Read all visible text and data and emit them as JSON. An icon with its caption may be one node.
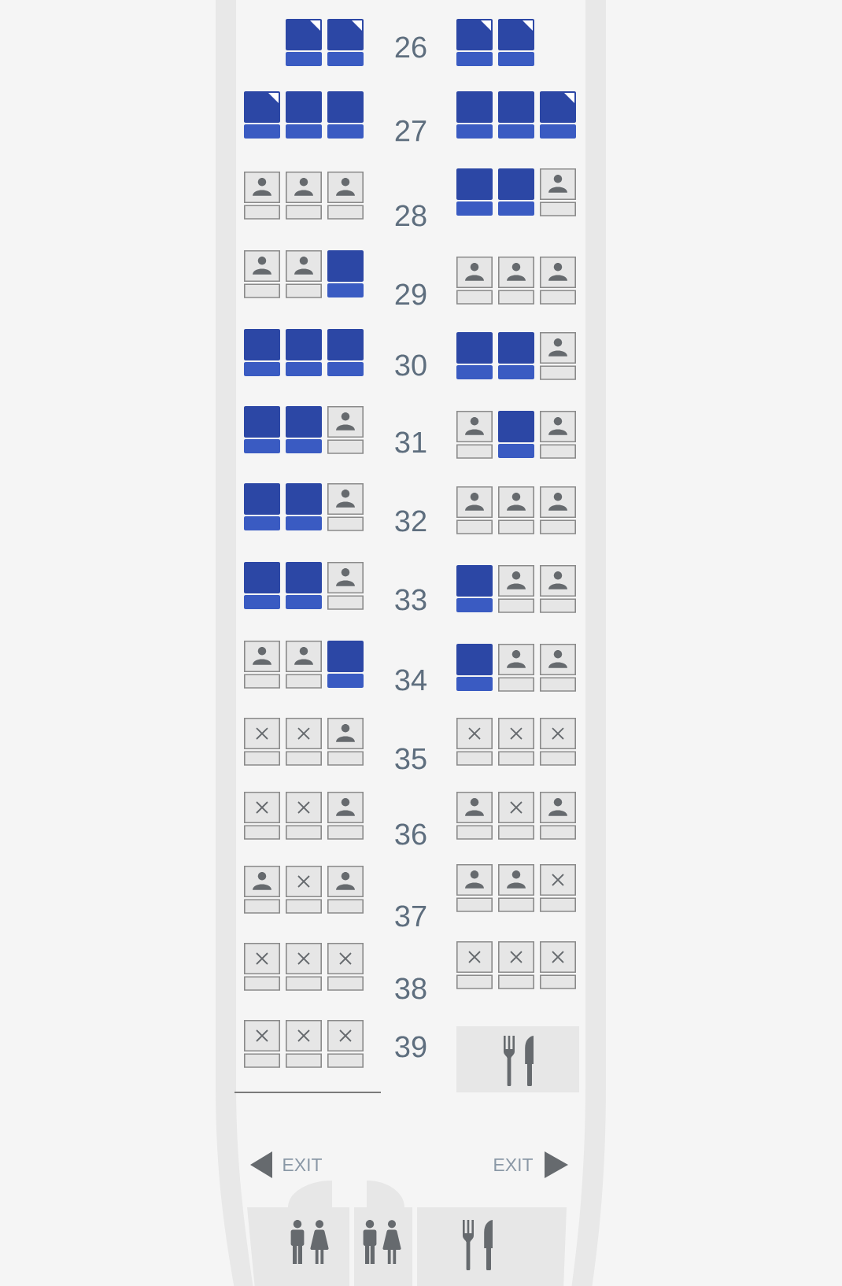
{
  "diagram": {
    "labels": [
      "26",
      "27",
      "28",
      "29",
      "30",
      "31",
      "32",
      "33",
      "34",
      "35",
      "36",
      "37",
      "38",
      "39",
      "EXIT",
      "EXIT"
    ]
  }
}
